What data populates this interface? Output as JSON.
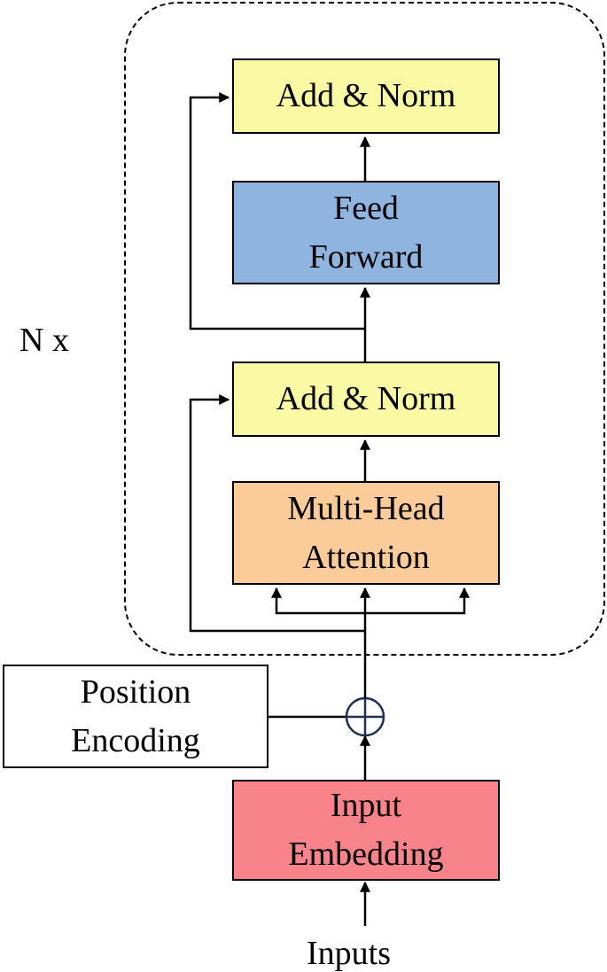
{
  "diagram": {
    "repeat_label": "N x",
    "input_label": "Inputs",
    "blocks": {
      "add_norm_top": {
        "line1": "Add & Norm"
      },
      "feed_forward": {
        "line1": "Feed",
        "line2": "Forward"
      },
      "add_norm_mid": {
        "line1": "Add & Norm"
      },
      "multi_head_attention": {
        "line1": "Multi-Head",
        "line2": "Attention"
      },
      "position_encoding": {
        "line1": "Position",
        "line2": "Encoding"
      },
      "input_embedding": {
        "line1": "Input",
        "line2": "Embedding"
      }
    }
  },
  "colors": {
    "add_norm": "#FAFAA4",
    "feed_forward": "#8FB4E0",
    "multi_head_attention": "#FCCB9A",
    "input_embedding": "#F8838A",
    "position_encoding": "#FFFFFF",
    "stroke": "#000000",
    "adder_stroke": "#1F2F55"
  }
}
